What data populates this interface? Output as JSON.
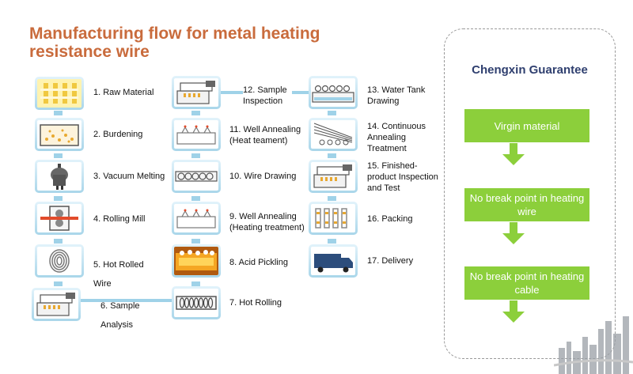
{
  "title": "Manufacturing flow for metal heating resistance wire",
  "steps": {
    "s1": "1. Raw Material",
    "s2": "2. Burdening",
    "s3": "3. Vacuum Melting",
    "s4": "4. Rolling Mill",
    "s5": "5. Hot Rolled Wire",
    "s6": "6. Sample Analysis",
    "s7": "7. Hot Rolling",
    "s8": "8. Acid Pickling",
    "s9": "9. Well Annealing (Heating treatment)",
    "s10": "10. Wire Drawing",
    "s11": "11. Well Annealing (Heat teament)",
    "s12": "12. Sample Inspection",
    "s13": "13. Water Tank Drawing",
    "s14": "14. Continuous Annealing Treatment",
    "s15": "15. Finished-product Inspection and Test",
    "s16": "16. Packing",
    "s17": "17. Delivery"
  },
  "guarantee": {
    "title": "Chengxin Guarantee",
    "items": [
      "Virgin material",
      "No break point in heating wire",
      "No break point in heating cable"
    ]
  },
  "colors": {
    "title": "#c96b3c",
    "guarantee_title": "#2f3f6f",
    "guarantee_box": "#8ccf3b",
    "connector": "#9fd2e8"
  },
  "icons": {
    "s1": "raw-material-icon",
    "s2": "burdening-icon",
    "s3": "vacuum-furnace-icon",
    "s4": "rolling-mill-icon",
    "s5": "wire-coil-icon",
    "s6": "sample-analysis-icon",
    "s7": "hot-rolling-icon",
    "s8": "acid-pickling-icon",
    "s9": "annealing-furnace-icon",
    "s10": "wire-drawing-icon",
    "s11": "annealing-furnace-icon",
    "s12": "sample-inspection-icon",
    "s13": "water-tank-icon",
    "s14": "continuous-annealing-icon",
    "s15": "product-inspection-icon",
    "s16": "packing-icon",
    "s17": "delivery-truck-icon"
  }
}
